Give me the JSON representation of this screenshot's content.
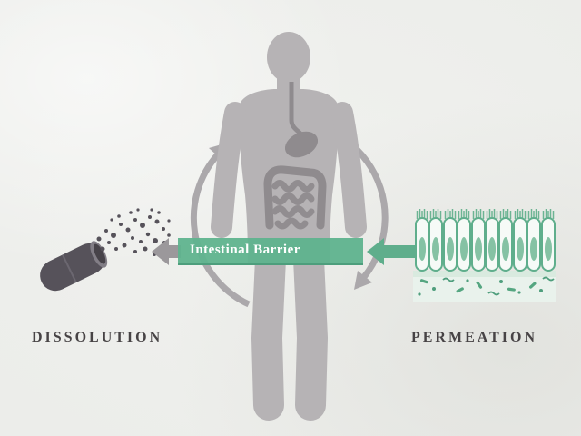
{
  "scene": {
    "background_color": "#ecedea",
    "banner": {
      "label": "Intestinal Barrier",
      "background": "#5fb38e",
      "border": "#4d9e7c",
      "text_color": "#ffffff"
    },
    "stages": {
      "dissolution_label": "DISSOLUTION",
      "permeation_label": "PERMEATION"
    },
    "colors": {
      "body_silhouette": "#b6b3b5",
      "organs": "#8f8b8e",
      "cycle_arrows": "#aba8ab",
      "capsule": "#56525a",
      "dissolution_arrow": "#9b989b",
      "permeation_arrow": "#5fae8c",
      "villi_outline": "#5fae8c",
      "label_text": "#474345"
    },
    "icons": {
      "capsule": "open-capsule-icon",
      "particles": "dissolving-particles-icon",
      "body": "human-body-silhouette",
      "cycle": "circular-arrows-icon",
      "villi": "intestinal-villi-icon"
    }
  }
}
